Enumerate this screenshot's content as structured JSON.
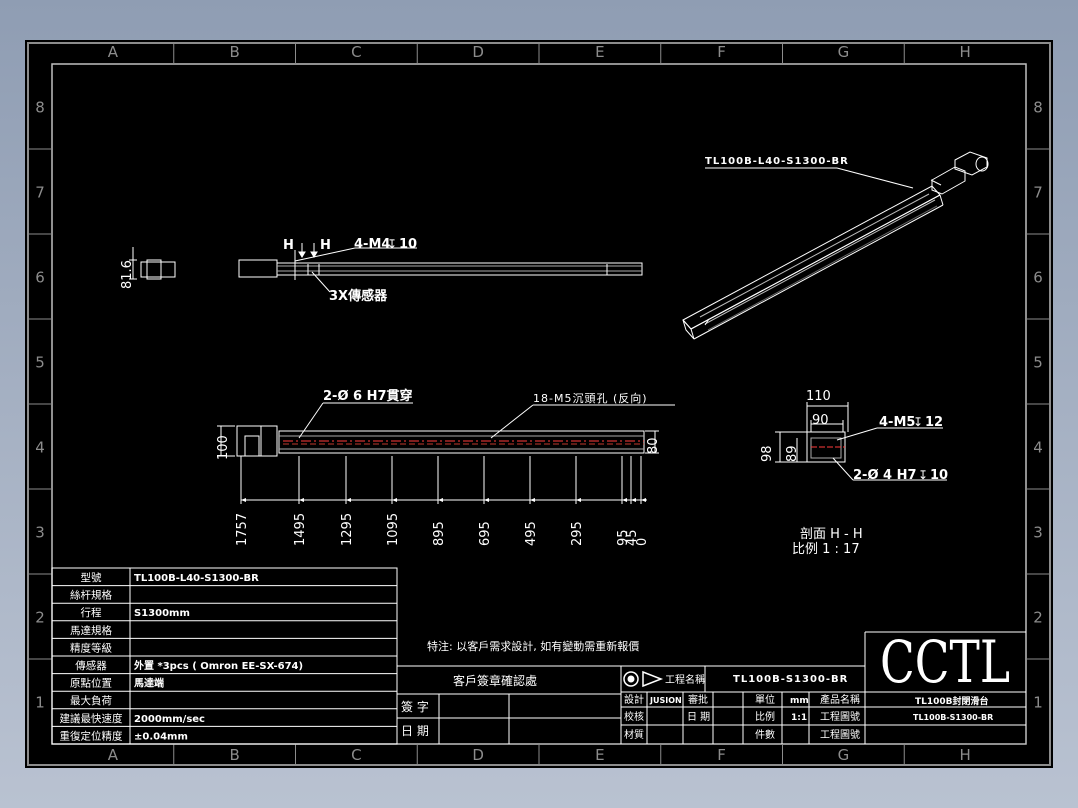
{
  "colors": {
    "background": "#000000",
    "line": "#ffffff",
    "border": "#8c8c8c",
    "centerline": "#ff3b3b",
    "highlight": "#ffdf00"
  },
  "border": {
    "columns": [
      "A",
      "B",
      "C",
      "D",
      "E",
      "F",
      "G",
      "H"
    ],
    "rows": [
      "8",
      "7",
      "6",
      "5",
      "4",
      "3",
      "2",
      "1"
    ]
  },
  "views": {
    "iso_label": "TL100B-L40-S1300-BR",
    "side_height": "81.6",
    "top": {
      "section_mark": "H",
      "thread": "4-M4",
      "thread_depth": "10",
      "sensor_note": "3X傳感器"
    },
    "front": {
      "pin_note": "2-Ø 6  H7貫穿",
      "hole_note": "18-M5沉頭孔 (反向)",
      "height_left": "100",
      "height_right": "80",
      "dims": [
        "1757",
        "1495",
        "1295",
        "1095",
        "895",
        "695",
        "495",
        "295",
        "95",
        "45",
        "0"
      ]
    },
    "section": {
      "width": "110",
      "inner_width": "90",
      "thread": "4-M5",
      "thread_depth": "12",
      "height": "98",
      "inner_height": "89",
      "pin": "2-Ø 4  H7",
      "pin_depth": "10",
      "title": "剖面  H - H",
      "scale": "比例  1 : 17"
    }
  },
  "specs": [
    {
      "label": "型號",
      "value": "TL100B-L40-S1300-BR"
    },
    {
      "label": "絲杆規格",
      "value": ""
    },
    {
      "label": "行程",
      "value": "S1300mm"
    },
    {
      "label": "馬達規格",
      "value": ""
    },
    {
      "label": "精度等級",
      "value": ""
    },
    {
      "label": "傳感器",
      "value": "外置 *3pcs ( Omron EE-SX-674)"
    },
    {
      "label": "原點位置",
      "value": "馬達端"
    },
    {
      "label": "最大負荷",
      "value": ""
    },
    {
      "label": "建議最快速度",
      "value": "2000mm/sec"
    },
    {
      "label": "重復定位精度",
      "value": "±0.04mm"
    }
  ],
  "note": "特注: 以客戶需求設計, 如有變動需重新報價",
  "title_block": {
    "confirm": "客戶簽章確認處",
    "sign": "簽 字",
    "date": "日 期",
    "project_label": "工程名稱",
    "project_value": "TL100B-S1300-BR",
    "design": "設計",
    "designer": "JUSION",
    "approve": "審批",
    "unit_label": "單位",
    "unit_value": "mm",
    "product_label": "產品名稱",
    "product_value": "TL100B封閉滑台",
    "check": "校核",
    "date_short": "日 期",
    "scale_label": "比例",
    "scale_value": "1:1",
    "drawing_no_label": "工程圖號",
    "drawing_no_value": "TL100B-S1300-BR",
    "material": "材質",
    "pieces": "件數",
    "drawing_no_label2": "工程圖號",
    "company": "CCTL"
  }
}
